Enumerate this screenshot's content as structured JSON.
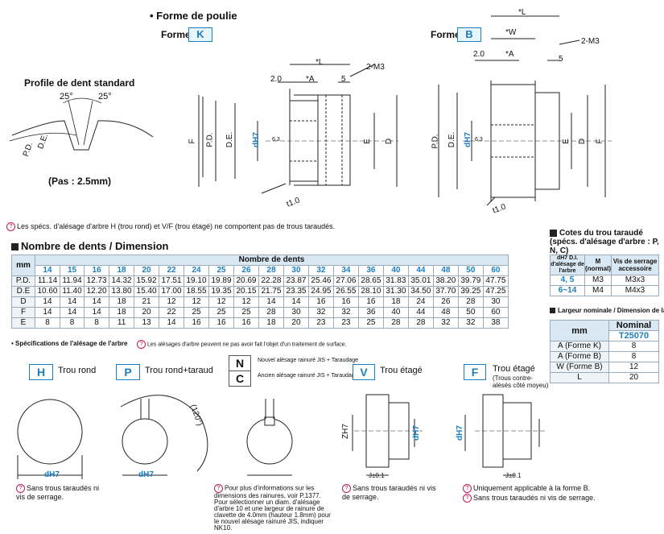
{
  "headings": {
    "forme_poulie": "• Forme de poulie",
    "forme_k_label": "Forme",
    "forme_k_code": "K",
    "forme_b_label": "Forme",
    "forme_b_code": "B",
    "profil": "Profile de dent standard",
    "pas": "(Pas : 2.5mm)",
    "note_alesage": "Les spécs. d'alésage d'arbre H (trou rond) et V/F (trou étagé) ne comportent pas de trous taraudés.",
    "nombre_dents": "Nombre de dents / Dimension",
    "cotes_title": "Cotes du trou taraudé (spécs. d'alésage d'arbre : P, N, C)",
    "largeur_title": "Largeur nominale / Dimension de la courroie",
    "spec_alesage": "• Spécifications de l'alésage de l'arbre",
    "spec_alesage_note": "Les alésages d'arbre peuvent ne pas avoir fait l'objet d'un traitement de surface."
  },
  "drawing_labels": {
    "angle_left": "25°",
    "angle_right": "25°",
    "de": "D.E.",
    "pd": "P.D.",
    "L": "*L",
    "A": "*A",
    "W": "*W",
    "dim_2": "2.0",
    "dim_5": "5",
    "m3": "2-M3",
    "F": "F",
    "PD": "P.D.",
    "DE": "D.E.",
    "E": "E",
    "D": "D",
    "dH7": "dH7",
    "t1": "t1.0",
    "ra": "6.3"
  },
  "teeth_table": {
    "mm": "mm",
    "header": "Nombre de dents",
    "teeth": [
      "14",
      "15",
      "16",
      "18",
      "20",
      "22",
      "24",
      "25",
      "26",
      "28",
      "30",
      "32",
      "34",
      "36",
      "40",
      "44",
      "48",
      "50",
      "60"
    ],
    "rows": [
      {
        "label": "P.D.",
        "values": [
          "11.14",
          "11.94",
          "12.73",
          "14.32",
          "15.92",
          "17.51",
          "19.10",
          "19.89",
          "20.69",
          "22.28",
          "23.87",
          "25.46",
          "27.06",
          "28.65",
          "31.83",
          "35.01",
          "38.20",
          "39.79",
          "47.75"
        ]
      },
      {
        "label": "D.E",
        "values": [
          "10.60",
          "11.40",
          "12.20",
          "13.80",
          "15.40",
          "17.00",
          "18.55",
          "19.35",
          "20.15",
          "21.75",
          "23.35",
          "24.95",
          "26.55",
          "28.10",
          "31.30",
          "34.50",
          "37.70",
          "39.25",
          "47.25"
        ]
      },
      {
        "label": "D",
        "values": [
          "14",
          "14",
          "14",
          "18",
          "21",
          "12",
          "12",
          "12",
          "12",
          "14",
          "14",
          "16",
          "16",
          "16",
          "18",
          "24",
          "26",
          "28",
          "30"
        ]
      },
      {
        "label": "F",
        "values": [
          "14",
          "14",
          "14",
          "18",
          "20",
          "22",
          "25",
          "25",
          "25",
          "28",
          "30",
          "32",
          "32",
          "36",
          "40",
          "44",
          "48",
          "50",
          "60"
        ]
      },
      {
        "label": "E",
        "values": [
          "8",
          "8",
          "8",
          "11",
          "13",
          "14",
          "16",
          "16",
          "16",
          "18",
          "20",
          "23",
          "23",
          "25",
          "28",
          "28",
          "32",
          "32",
          "38"
        ]
      }
    ]
  },
  "cotes_table": {
    "headers": [
      "dH7 D.I. d'alésage de l'arbre",
      "M (normal)",
      "Vis de serrage accessoire"
    ],
    "rows": [
      {
        "d": "4, 5",
        "m": "M3",
        "vis": "M3x3"
      },
      {
        "d": "6~14",
        "m": "M4",
        "vis": "M4x3"
      }
    ]
  },
  "largeur_table": {
    "mm": "mm",
    "nominal": "Nominal",
    "code": "T25070",
    "rows": [
      {
        "label": "A (Forme K)",
        "value": "8"
      },
      {
        "label": "A (Forme B)",
        "value": "8"
      },
      {
        "label": "W (Forme B)",
        "value": "12"
      },
      {
        "label": "L",
        "value": "20"
      }
    ]
  },
  "bore_specs": {
    "H": {
      "code": "H",
      "label": "Trou rond",
      "note": "Sans trous taraudés ni vis de serrage.",
      "dim": "dH7"
    },
    "P": {
      "code": "P",
      "label": "Trou rond+taraud",
      "angle": "(120°)",
      "dim": "dH7"
    },
    "N": {
      "code": "N",
      "label": "Nouvel alésage rainuré JIS + Taraudage"
    },
    "C": {
      "code": "C",
      "label": "Ancien alésage rainuré JIS + Taraudage"
    },
    "NC_note": "Pour plus d'informations sur les dimensions des rainures, voir P.1377. Pour sélectionner un diam. d'alésage d'arbre 10 et une largeur de rainure de clavette de 4.0mm (hauteur 1.8mm) pour le nouvel alésage rainuré JIS, indiquer NK10.",
    "V": {
      "code": "V",
      "label": "Trou étagé",
      "note": "Sans trous taraudés ni vis de serrage.",
      "Z": "ZH7",
      "d": "dH7",
      "j": "J±0.1"
    },
    "F": {
      "code": "F",
      "label": "Trou étagé",
      "sub": "(Trous contre-alésés côté moyeu)",
      "note1": "Uniquement applicable à la forme B.",
      "note2": "Sans trous taraudés ni vis de serrage.",
      "d": "dH7",
      "j": "J±0.1"
    }
  }
}
